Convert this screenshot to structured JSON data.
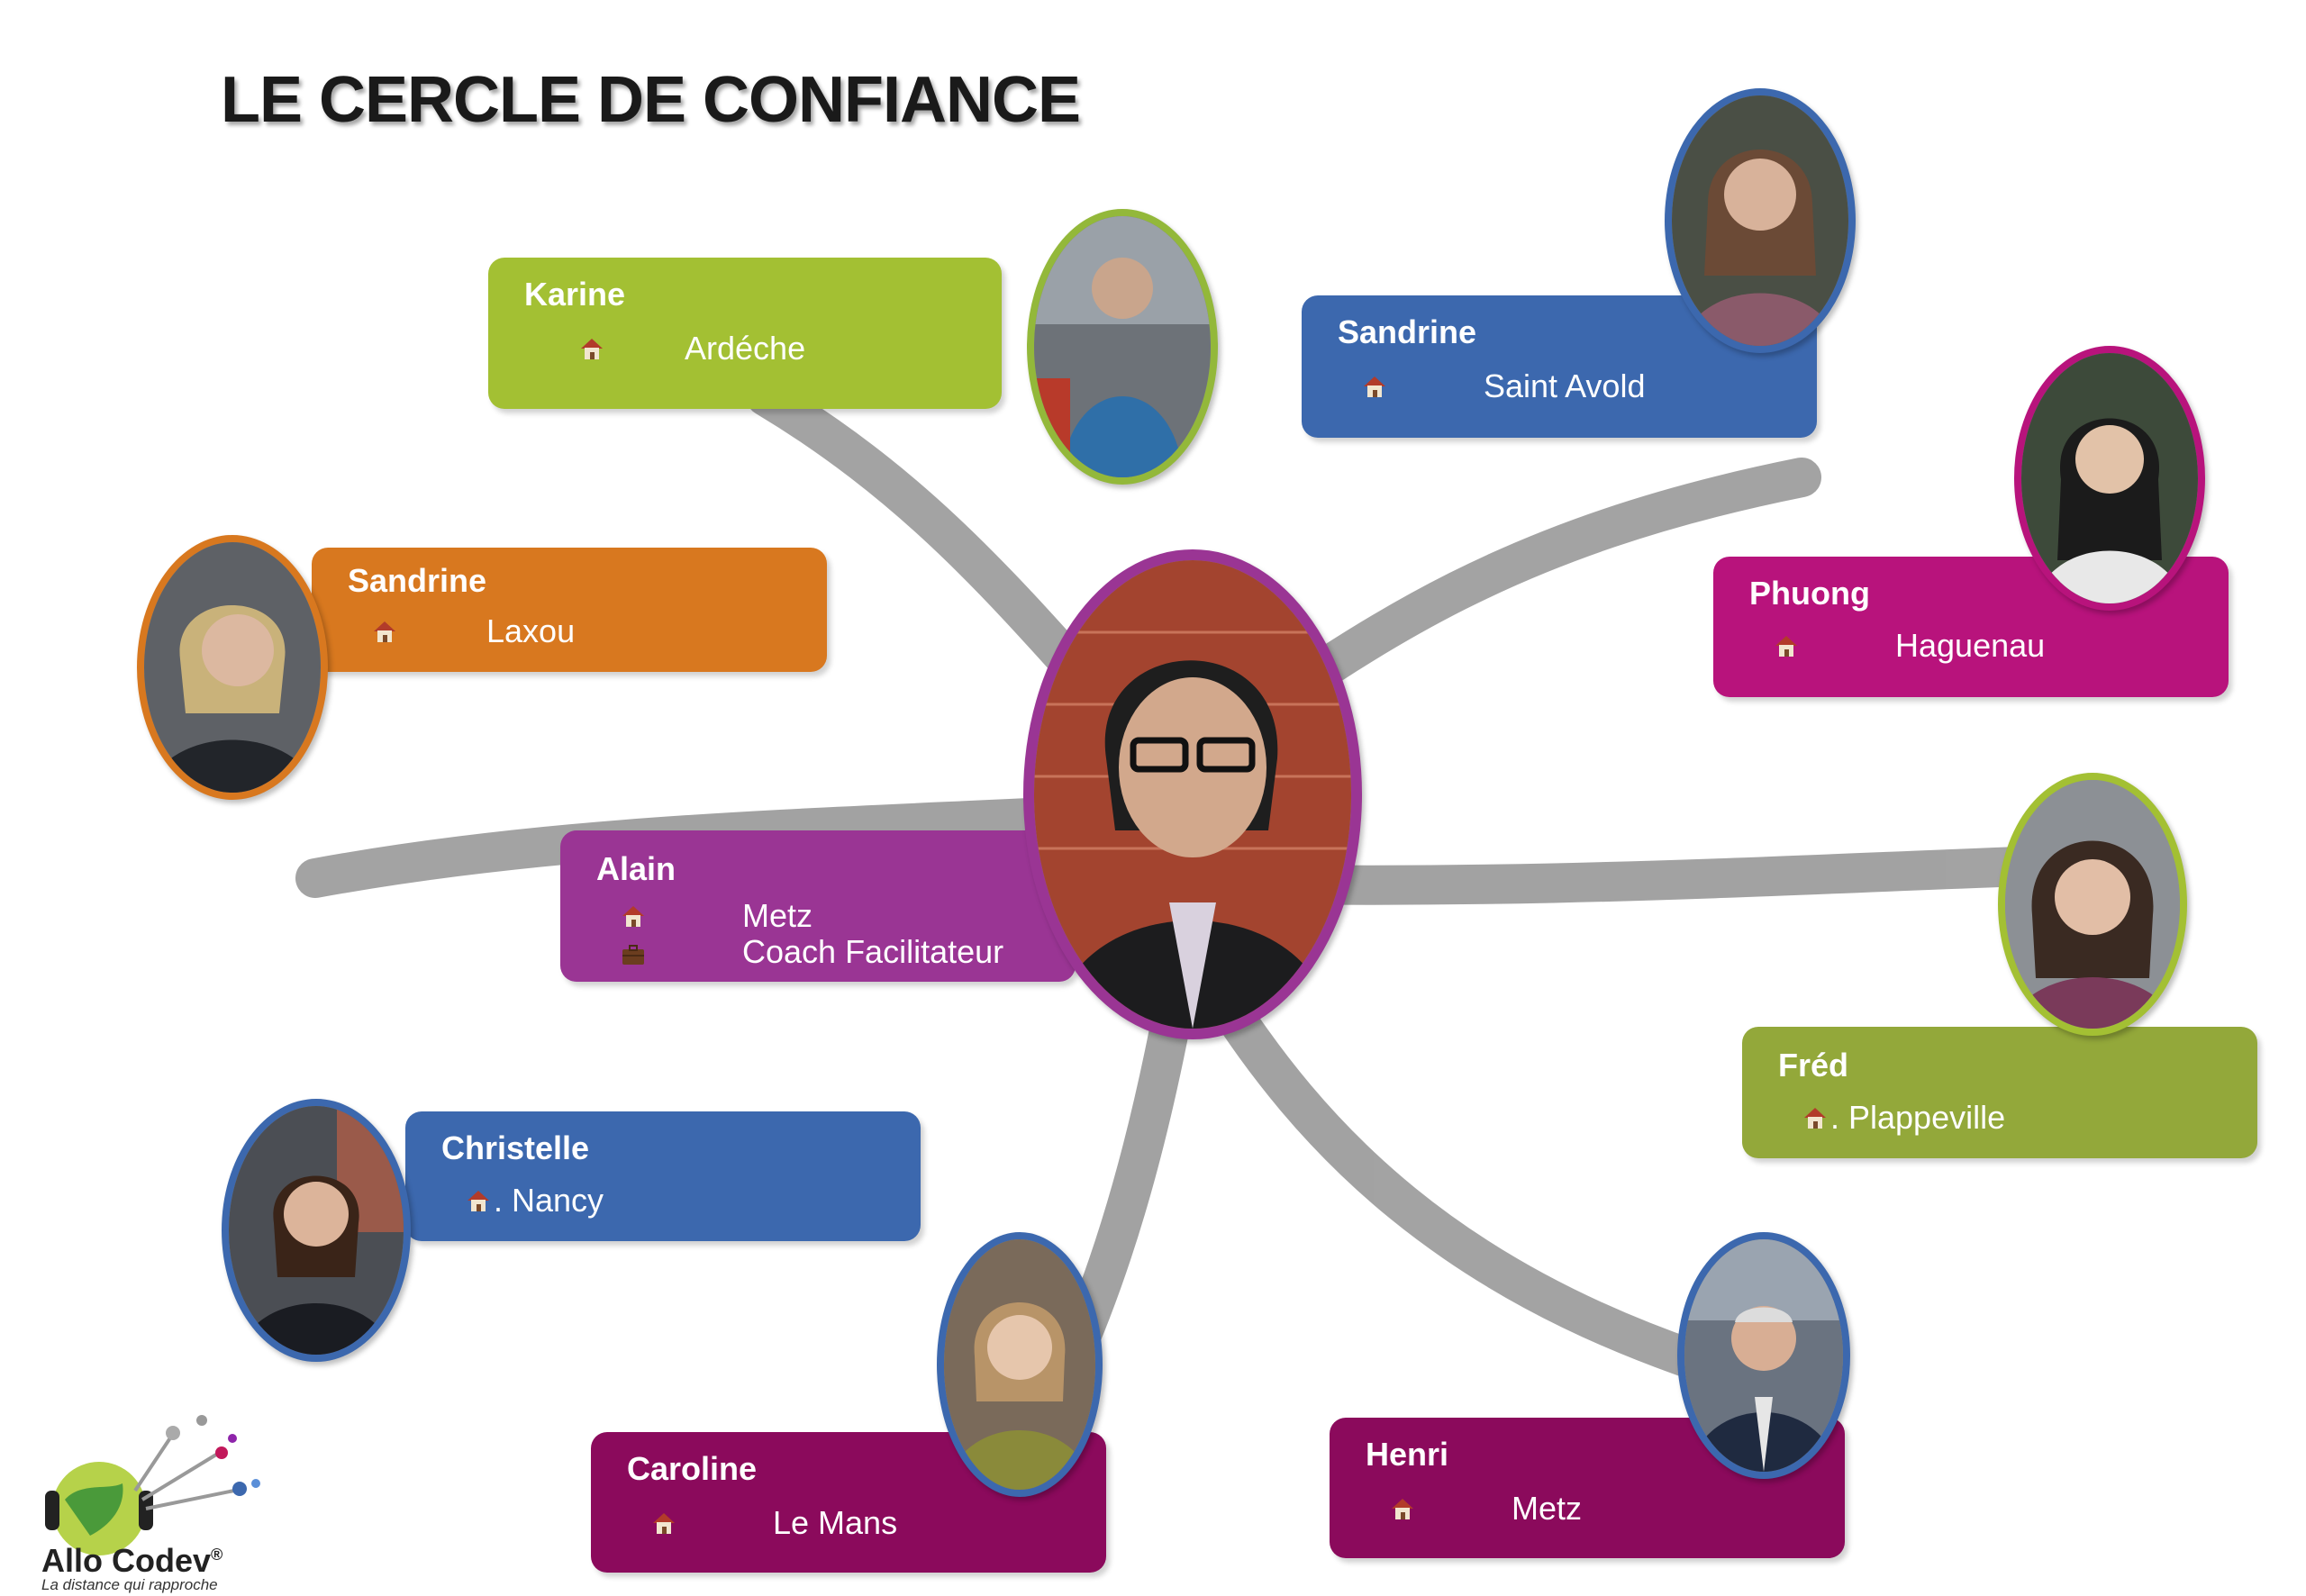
{
  "title": "LE CERCLE DE CONFIANCE",
  "colors": {
    "green": "#a3c033",
    "olive": "#93a83a",
    "blue": "#3c68ae",
    "orange": "#d8781f",
    "purple": "#9a3594",
    "magenta": "#b8137c",
    "plum": "#8b0a5c",
    "connector": "#9e9e9e"
  },
  "center": {
    "name": "Alain",
    "city": "Metz",
    "role": "Coach Facilitateur"
  },
  "members": [
    {
      "name": "Karine",
      "city": "Ardéche"
    },
    {
      "name": "Sandrine",
      "city": "Saint Avold"
    },
    {
      "name": "Sandrine",
      "city": "Laxou"
    },
    {
      "name": "Phuong",
      "city": "Haguenau"
    },
    {
      "name": "Fréd",
      "city": ". Plappeville"
    },
    {
      "name": "Christelle",
      "city": ". Nancy"
    },
    {
      "name": "Caroline",
      "city": "Le Mans"
    },
    {
      "name": "Henri",
      "city": "Metz"
    }
  ],
  "logo": {
    "brand": "Allo Codev",
    "mark": "®",
    "tagline": "La distance qui rapproche"
  }
}
